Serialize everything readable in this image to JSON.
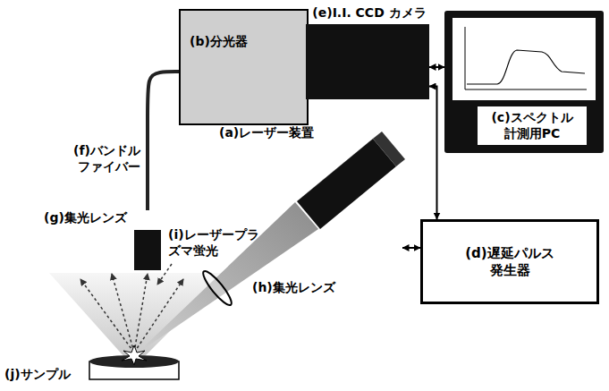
{
  "diagram": {
    "nodes": [
      {
        "text": [
          "(b)分光器"
        ]
      },
      {
        "text": [
          "(e)I.I. CCD カメラ"
        ]
      },
      {
        "text": [
          "(c)スペクトル 計測用PC"
        ]
      },
      {
        "text": [
          "(a)レーザー装置"
        ]
      },
      {
        "text": [
          "(d)遅延パルス 発生器"
        ]
      },
      {
        "text": [
          "(g)集光レンズ"
        ]
      }
    ],
    "edges": [
      {
        "from": 5,
        "to": 0,
        "arrow": "none",
        "label": "(f)バンドル ファイバー"
      },
      {
        "from": 1,
        "to": 2,
        "arrow": "both"
      },
      {
        "from": 1,
        "to": 4,
        "arrow": "both"
      },
      {
        "from": 3,
        "to": 4,
        "arrow": "both"
      }
    ],
    "labels": [
      "(h)集光レンズ",
      "(i)レーザープラ ズマ蛍光",
      "(j)サンプル"
    ]
  }
}
